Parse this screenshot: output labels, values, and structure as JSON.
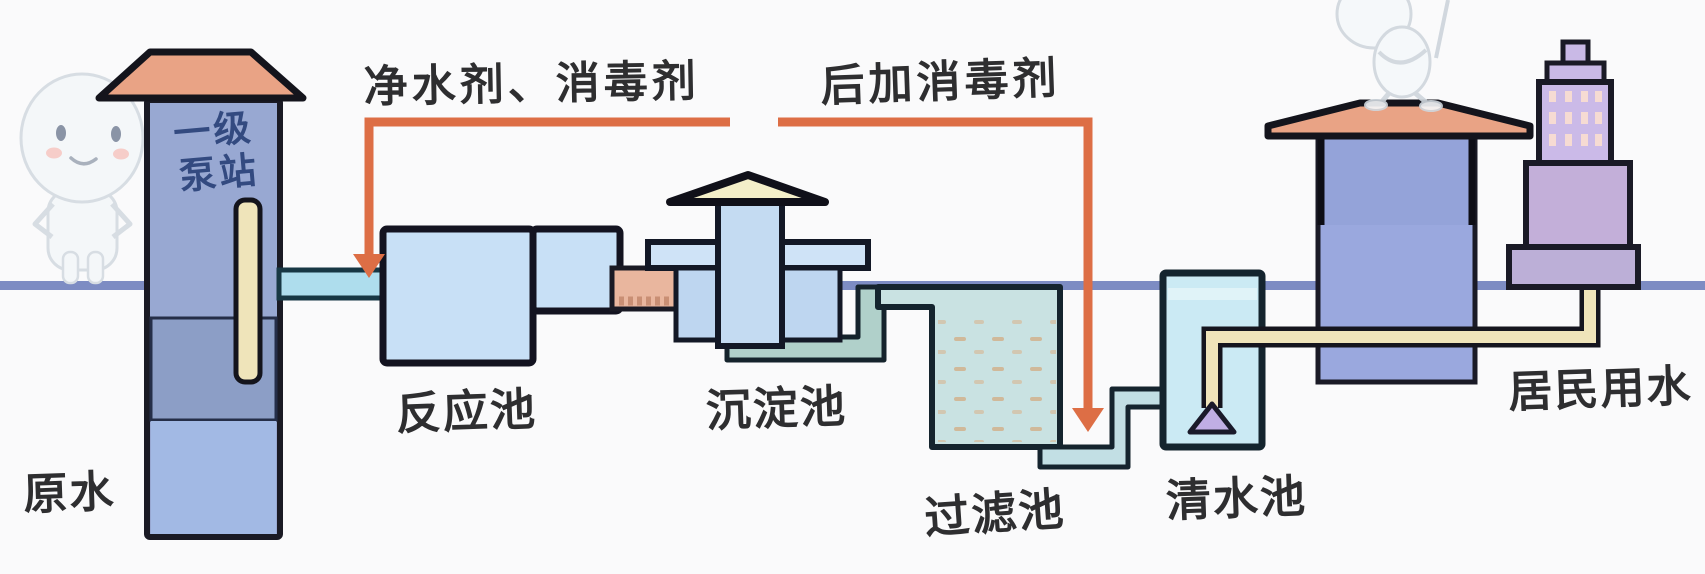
{
  "diagram": {
    "labels": {
      "pump_station_line1": "一级",
      "pump_station_line2": "泵站",
      "raw_water": "原水",
      "chemicals_pre": "净水剂、消毒剂",
      "chemicals_post": "后加消毒剂",
      "reaction_pool": "反应池",
      "sedimentation_pool": "沉淀池",
      "filter_pool": "过滤池",
      "clear_water_pool": "清水池",
      "residential_water": "居民用水"
    },
    "colors": {
      "background": "#fafafb",
      "ground_line": "#7d8cc3",
      "outline": "#1a1a24",
      "arrow": "#dd6e45",
      "roof_salmon": "#e9a385",
      "tower1_body": "#98a8d2",
      "tower1_mid": "#8c9ec6",
      "tower1_low": "#a2b9e4",
      "tower2_body": "#9aa8de",
      "pool_blue": "#c8e0f6",
      "sediment_bar": "#cfe3f7",
      "sediment_wing": "#bed6f0",
      "sediment_roof": "#f4efc9",
      "channel_salmon": "#e9b69e",
      "base_teal": "#b0d0ca",
      "filter_teal": "#c9e2e2",
      "clear_cyan": "#cbeaf4",
      "pipe_cyan": "#aedded",
      "pipe_cream": "#efe4ba",
      "funnel_purple": "#c0aee4",
      "building_purple": "#c9b9e6",
      "building_mid": "#c3afd9",
      "building_base": "#bcafd7",
      "window_pink": "#f6dbd3",
      "label_text": "#2e2e30",
      "station_text": "#334a80"
    }
  }
}
